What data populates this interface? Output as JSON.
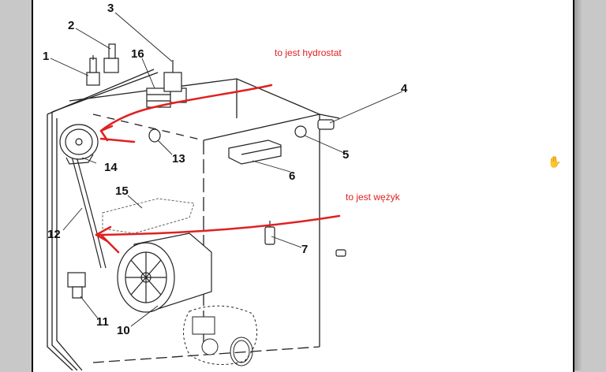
{
  "parts": [
    {
      "number": "1"
    },
    {
      "number": "2"
    },
    {
      "number": "3"
    },
    {
      "number": "4"
    },
    {
      "number": "5"
    },
    {
      "number": "6"
    },
    {
      "number": "7"
    },
    {
      "number": "10"
    },
    {
      "number": "11"
    },
    {
      "number": "12"
    },
    {
      "number": "13"
    },
    {
      "number": "14"
    },
    {
      "number": "15"
    },
    {
      "number": "16"
    }
  ],
  "annotations": {
    "hydrostat": "to jest hydrostat",
    "hose": "to jest wężyk",
    "color": "#e02020"
  },
  "icons": {
    "cursor": "hand-cursor-icon"
  }
}
